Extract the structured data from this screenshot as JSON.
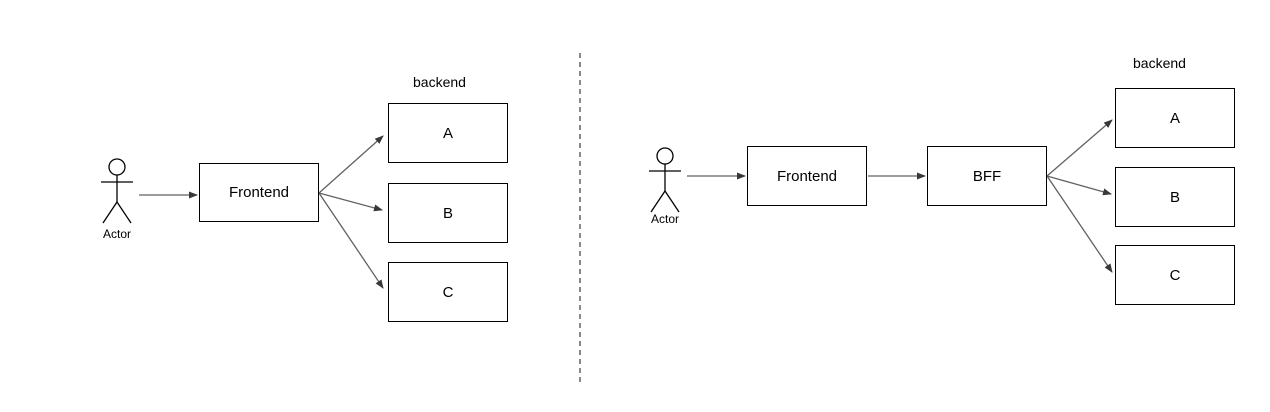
{
  "left_diagram": {
    "actor_label": "Actor",
    "frontend_label": "Frontend",
    "backend_group_label": "backend",
    "backend_services": [
      "A",
      "B",
      "C"
    ]
  },
  "right_diagram": {
    "actor_label": "Actor",
    "frontend_label": "Frontend",
    "bff_label": "BFF",
    "backend_group_label": "backend",
    "backend_services": [
      "A",
      "B",
      "C"
    ]
  },
  "colors": {
    "box_border": "#000000",
    "box_fill": "#ffffff",
    "arrow_line": "#616161",
    "arrow_head": "#383838",
    "actor_stroke": "#000000",
    "separator": "#4a4a4a",
    "text": "#000000",
    "background": "#ffffff"
  }
}
